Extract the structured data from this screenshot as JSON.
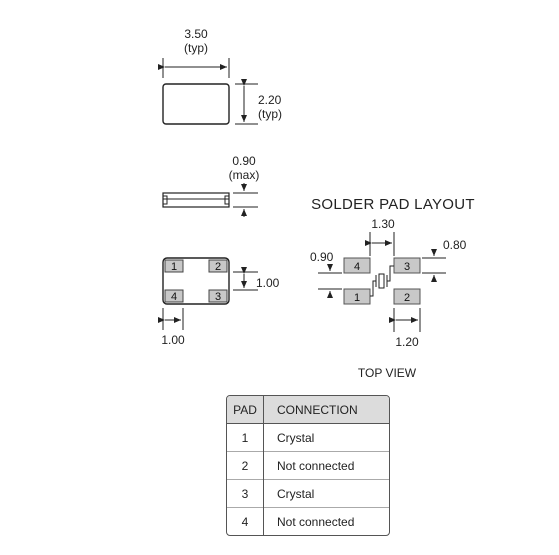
{
  "dims": {
    "length_value": "3.50",
    "length_note": "(typ)",
    "width_value": "2.20",
    "width_note": "(typ)",
    "height_value": "0.90",
    "height_note": "(max)",
    "pad_height": "1.00",
    "pad_width": "1.00"
  },
  "package_pads": [
    "1",
    "2",
    "4",
    "3"
  ],
  "layout": {
    "title": "SOLDER PAD LAYOUT",
    "pitch_x": "1.30",
    "pad_size_y": "0.90",
    "gap_y": "0.80",
    "pad_size_x": "1.20",
    "pads": [
      "4",
      "3",
      "1",
      "2"
    ],
    "view_label": "TOP VIEW"
  },
  "table": {
    "headers": [
      "PAD",
      "CONNECTION"
    ],
    "rows": [
      {
        "pad": "1",
        "connection": "Crystal"
      },
      {
        "pad": "2",
        "connection": "Not connected"
      },
      {
        "pad": "3",
        "connection": "Crystal"
      },
      {
        "pad": "4",
        "connection": "Not connected"
      }
    ]
  },
  "colors": {
    "pad_fill": "#c8c8c8",
    "line": "#222222",
    "table_header": "#dcdcdc"
  }
}
